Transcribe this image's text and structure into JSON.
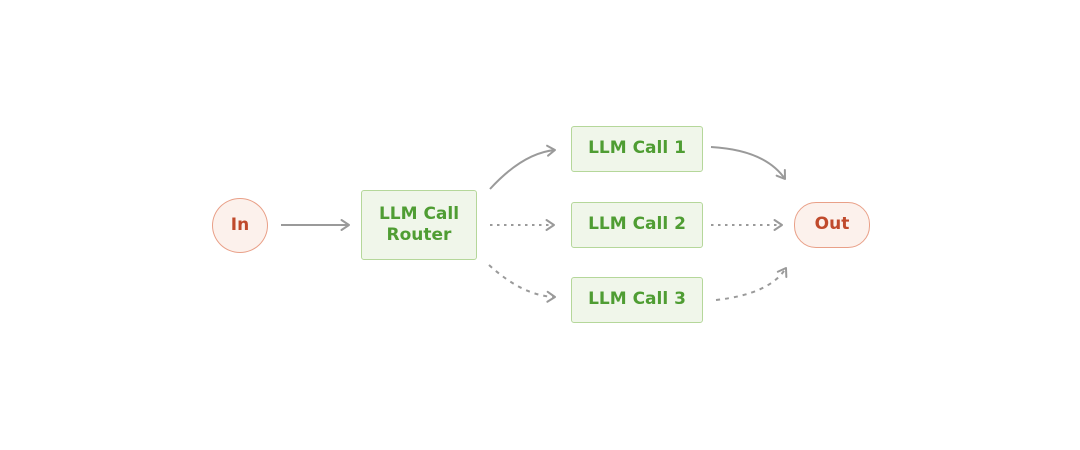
{
  "nodes": {
    "input": {
      "label": "In"
    },
    "router": {
      "label": "LLM Call Router"
    },
    "call1": {
      "label": "LLM Call 1"
    },
    "call2": {
      "label": "LLM Call 2"
    },
    "call3": {
      "label": "LLM Call 3"
    },
    "output": {
      "label": "Out"
    }
  },
  "edges": [
    {
      "from": "In",
      "to": "LLM Call Router",
      "style": "solid"
    },
    {
      "from": "LLM Call Router",
      "to": "LLM Call 1",
      "style": "solid"
    },
    {
      "from": "LLM Call Router",
      "to": "LLM Call 2",
      "style": "dotted"
    },
    {
      "from": "LLM Call Router",
      "to": "LLM Call 3",
      "style": "dashed"
    },
    {
      "from": "LLM Call 1",
      "to": "Out",
      "style": "solid"
    },
    {
      "from": "LLM Call 2",
      "to": "Out",
      "style": "dotted"
    },
    {
      "from": "LLM Call 3",
      "to": "Out",
      "style": "dashed"
    }
  ],
  "colors": {
    "background": "#FFFFFF",
    "green_node_fill": "#F0F6EA",
    "green_node_border": "#B5D79A",
    "green_node_text": "#4F9D33",
    "pink_node_fill": "#FCF1EC",
    "pink_node_border": "#E9A088",
    "pink_node_text": "#C04A2C",
    "arrow": "#9A9A9A"
  }
}
